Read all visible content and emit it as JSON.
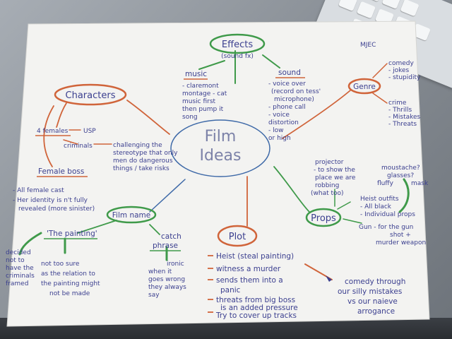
{
  "center": {
    "line1": "Film",
    "line2": "Ideas"
  },
  "corner_tag": "MJEC",
  "effects": {
    "title": "Effects",
    "subtitle": "(sound fx)",
    "music": {
      "label": "music",
      "lines": [
        "- claremont",
        "montage - cat",
        "music first",
        "then pump it",
        "song"
      ]
    },
    "sound": {
      "label": "sound",
      "lines": [
        "- voice over",
        "(record on tess'",
        "microphone)",
        "- phone call",
        "- voice",
        "distortion",
        "- low",
        "or high"
      ]
    }
  },
  "characters": {
    "title": "Characters",
    "females": "4 females",
    "usp": "USP",
    "criminals": "criminals",
    "challenge_lines": [
      "challenging the",
      "stereotype that only",
      "men do dangerous",
      "things / take risks"
    ],
    "female_boss": "Female boss",
    "notes": [
      "- All female cast",
      "- Her identity is n't fully",
      "revealed (more sinister)"
    ]
  },
  "genre": {
    "title": "Genre",
    "comedy": [
      "comedy",
      "- jokes",
      "- stupidity"
    ],
    "crime": [
      "crime",
      "- Thrills",
      "- Mistakes",
      "- Threats"
    ]
  },
  "film_name": {
    "title": "Film name",
    "the_painting": "'The painting'",
    "decided_lines": [
      "decided",
      "not to",
      "have the",
      "criminals",
      "framed"
    ],
    "unsure_lines": [
      "not too sure",
      "as the relation to",
      "the painting might",
      "not be made"
    ],
    "catch_phrase": [
      "catch",
      "phrase"
    ],
    "catch_lines": [
      "ironic",
      "when it",
      "goes wrong",
      "they always",
      "say"
    ]
  },
  "plot": {
    "title": "Plot",
    "items": [
      "Heist (steal painting)",
      "witness a murder",
      "sends them into a",
      "panic",
      "threats from big boss",
      "is an added pressure",
      "Try to cover up tracks"
    ],
    "comedy_lines": [
      "comedy through",
      "our silly mistakes",
      "vs our naieve",
      "arrogance"
    ]
  },
  "props": {
    "title": "Props",
    "projector": [
      "projector",
      "- to show the",
      "place we are",
      "robbing",
      "(what too)"
    ],
    "moustache": [
      "moustache?",
      "glasses?",
      "fluffy",
      "mask"
    ],
    "heist_outfits": [
      "Heist outfits",
      "- All black",
      "- Individual props"
    ],
    "gun": [
      "Gun - for the gun",
      "shot +",
      "murder weapon"
    ]
  }
}
